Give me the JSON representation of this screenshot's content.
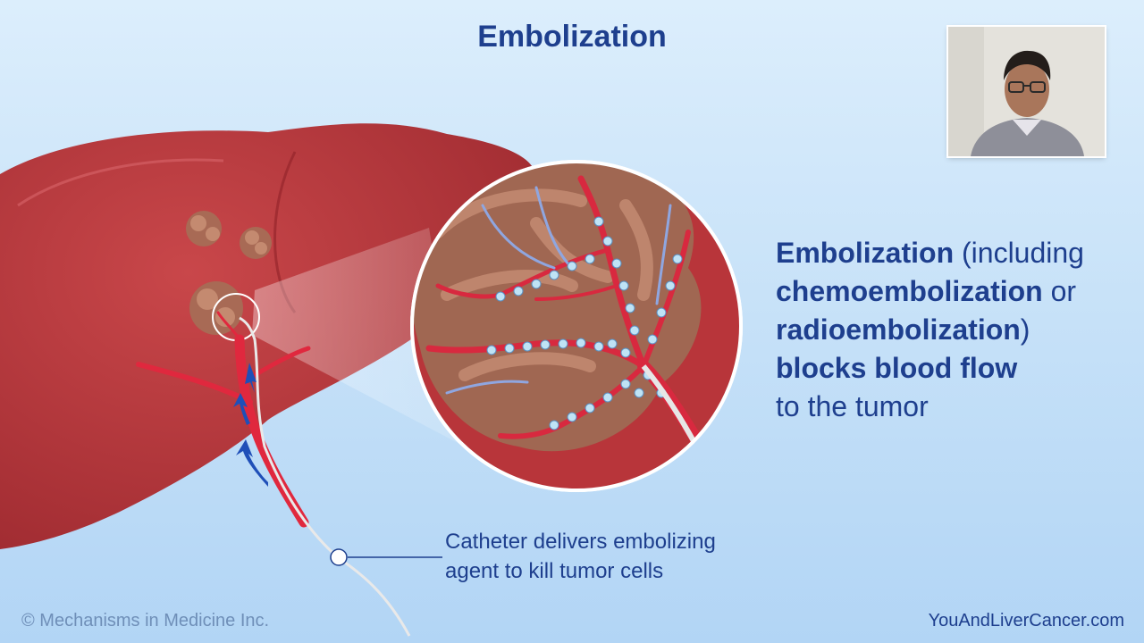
{
  "title": "Embolization",
  "main_text": {
    "l1_bold": "Embolization",
    "l1_rest": " (including",
    "l2_bold": "chemoembolization",
    "l2_rest": " or",
    "l3_bold": "radioembolization",
    "l3_rest": ")",
    "l4_bold": "blocks blood flow",
    "l5": "to the tumor"
  },
  "caption": {
    "line1": "Catheter delivers embolizing",
    "line2": "agent to kill tumor cells"
  },
  "footer": {
    "copyright": "© Mechanisms in Medicine Inc.",
    "website": "YouAndLiverCancer.com"
  },
  "colors": {
    "title": "#1e3f8e",
    "liver": "#b8353a",
    "artery": "#e0283e",
    "arrow": "#1f4fb8"
  }
}
